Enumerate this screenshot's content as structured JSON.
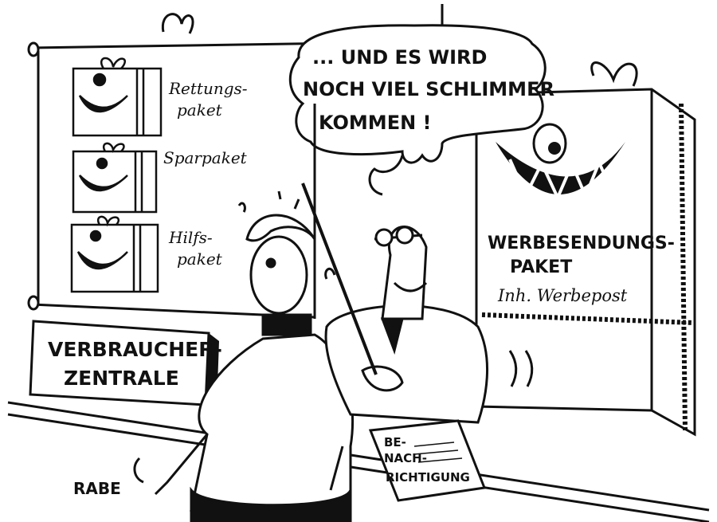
{
  "speech_bubble": {
    "line1": "... UND ES WIRD",
    "line2": "NOCH VIEL SCHLIMMER",
    "line3": "KOMMEN !"
  },
  "poster_left": {
    "item1": {
      "line1": "Rettungs-",
      "line2": "paket"
    },
    "item2": {
      "line1": "Sparpaket"
    },
    "item3": {
      "line1": "Hilfs-",
      "line2": "paket"
    }
  },
  "poster_right": {
    "line1": "WERBESENDUNGS-",
    "line2": "PAKET",
    "line3": "Inh. Werbepost"
  },
  "counter_sign": {
    "line1": "VERBRAUCHER-",
    "line2": "ZENTRALE"
  },
  "notice_paper": {
    "line1": "BE-",
    "line2": "NACH-",
    "line3": "RICHTIGUNG"
  },
  "signature": "RABE",
  "colors": {
    "ink": "#111111",
    "paper": "#ffffff"
  }
}
